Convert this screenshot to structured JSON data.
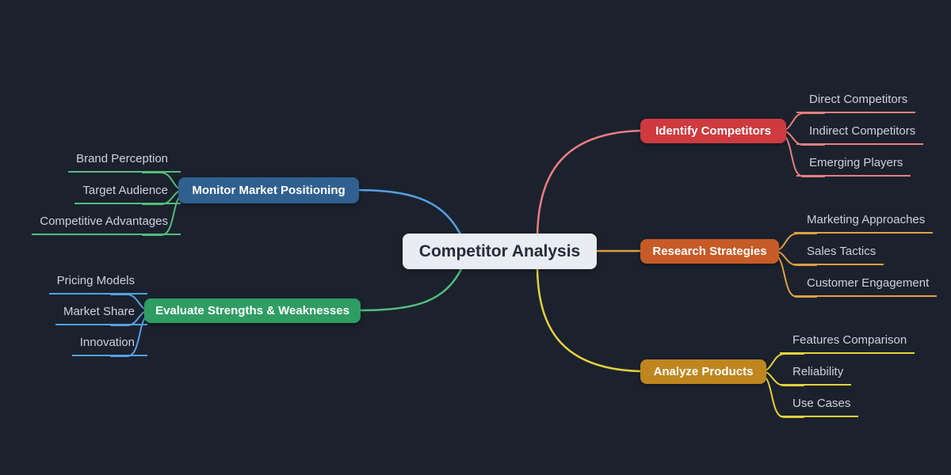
{
  "background": "#1b222e",
  "leaf_text_color": "#ccd2d9",
  "root": {
    "label": "Competitor Analysis",
    "bg": "#e9ecf2",
    "text_color": "#232c3a"
  },
  "branches": [
    {
      "label": "Identify Competitors",
      "side": "right",
      "box_color": "#ce3a3e",
      "link_color": "#eb7f80",
      "leaf_line_color": "#eb7f80",
      "text_color": "#ffffff",
      "children": [
        "Direct Competitors",
        "Indirect Competitors",
        "Emerging Players"
      ]
    },
    {
      "label": "Research Strategies",
      "side": "right",
      "box_color": "#c65b27",
      "link_color": "#e19f41",
      "leaf_line_color": "#e19f41",
      "text_color": "#ffffff",
      "children": [
        "Marketing Approaches",
        "Sales Tactics",
        "Customer Engagement"
      ]
    },
    {
      "label": "Analyze Products",
      "side": "right",
      "box_color": "#bf8620",
      "link_color": "#e7d13c",
      "leaf_line_color": "#e7d13c",
      "text_color": "#ffffff",
      "children": [
        "Features Comparison",
        "Reliability",
        "Use Cases"
      ]
    },
    {
      "label": "Monitor Market Positioning",
      "side": "left",
      "box_color": "#30608f",
      "link_color": "#55a1e1",
      "leaf_line_color": "#55bd7a",
      "text_color": "#ffffff",
      "children": [
        "Brand Perception",
        "Target Audience",
        "Competitive Advantages"
      ]
    },
    {
      "label": "Evaluate Strengths & Weaknesses",
      "side": "left",
      "box_color": "#2f9d62",
      "link_color": "#55bd7a",
      "leaf_line_color": "#55a1e1",
      "text_color": "#ffffff",
      "children": [
        "Pricing Models",
        "Market Share",
        "Innovation"
      ]
    }
  ]
}
